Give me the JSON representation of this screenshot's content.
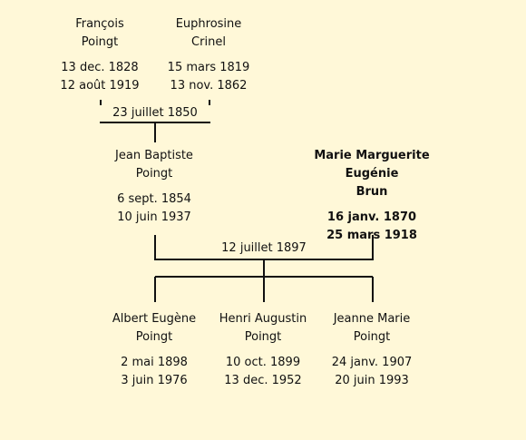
{
  "line_color": "#111111",
  "background_color": "#fff8d8",
  "generations": {
    "grandparents": [
      {
        "first_name": "François",
        "last_name": "Poingt",
        "birth": "13 dec. 1828",
        "death": "12 août 1919",
        "bold": false
      },
      {
        "first_name": "Euphrosine",
        "last_name": "Crinel",
        "birth": "15 mars 1819",
        "death": "13 nov. 1862",
        "bold": false
      }
    ],
    "parents": [
      {
        "first_name": "Jean Baptiste",
        "last_name": "Poingt",
        "birth": "6 sept. 1854",
        "death": "10 juin 1937",
        "bold": false
      },
      {
        "first_name": "Marie Marguerite Eugénie",
        "last_name": "Brun",
        "birth": "16 janv. 1870",
        "death": "25 mars 1918",
        "bold": true
      }
    ],
    "children": [
      {
        "first_name": "Albert Eugène",
        "last_name": "Poingt",
        "birth": "2 mai 1898",
        "death": "3 juin 1976",
        "bold": false
      },
      {
        "first_name": "Henri Augustin",
        "last_name": "Poingt",
        "birth": "10 oct. 1899",
        "death": "13 dec. 1952",
        "bold": false
      },
      {
        "first_name": "Jeanne Marie",
        "last_name": "Poingt",
        "birth": "24 janv. 1907",
        "death": "20 juin 1993",
        "bold": false
      }
    ]
  },
  "marriages": {
    "grandparents": "23 juillet 1850",
    "parents": "12 juillet 1897"
  }
}
